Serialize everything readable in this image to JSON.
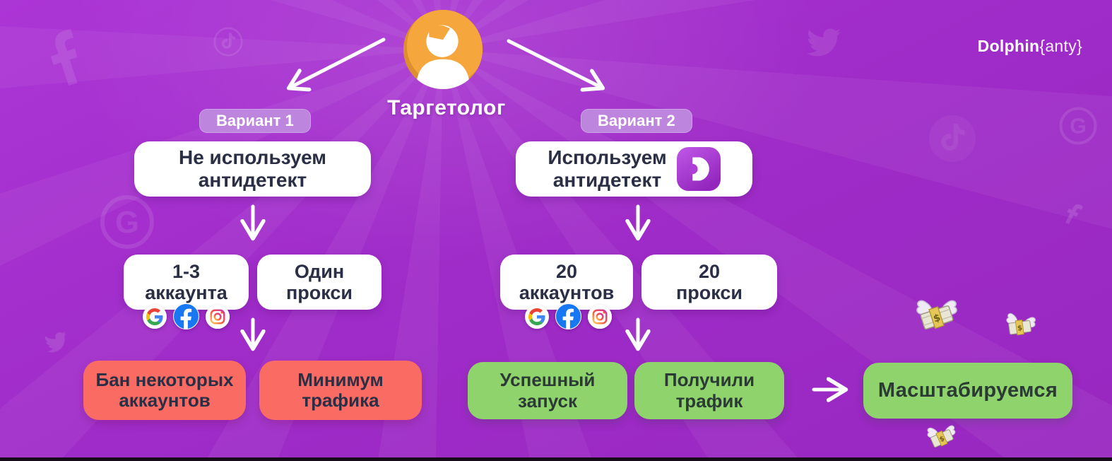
{
  "brand": {
    "bold": "Dolphin",
    "light": "{anty}"
  },
  "header": {
    "persona": "Таргетолог"
  },
  "logo": {
    "letter": "D"
  },
  "variant1": {
    "badge": "Вариант 1",
    "approach": {
      "line1": "Не используем",
      "line2": "антидетект"
    },
    "accounts": {
      "line1": "1-3",
      "line2": "аккаунта"
    },
    "proxy": {
      "line1": "Один",
      "line2": "прокси"
    },
    "result1": {
      "line1": "Бан некоторых",
      "line2": "аккаунтов"
    },
    "result2": {
      "line1": "Минимум",
      "line2": "трафика"
    }
  },
  "variant2": {
    "badge": "Вариант 2",
    "approach": {
      "line1": "Используем",
      "line2": "антидетект"
    },
    "accounts": {
      "line1": "20",
      "line2": "аккаунтов"
    },
    "proxy": {
      "line1": "20",
      "line2": "прокси"
    },
    "result1": {
      "line1": "Успешный",
      "line2": "запуск"
    },
    "result2": {
      "line1": "Получили",
      "line2": "трафик"
    },
    "final": "Масштабируемся"
  },
  "icons": {
    "avatar": "person-avatar",
    "platforms": [
      "google-icon",
      "facebook-icon",
      "instagram-icon"
    ],
    "antidetect_logo": "dolphin-anty-d-icon",
    "decorations": [
      "money-with-wings-icon"
    ],
    "watermarks": [
      "facebook-icon",
      "tiktok-icon",
      "twitter-icon",
      "google-icon"
    ]
  },
  "colors": {
    "background_purple": "#A02CC9",
    "badge_purple": "#BD85DE",
    "card_white": "#FFFFFF",
    "negative_red": "#FA6B63",
    "positive_green": "#8FD36C",
    "text_dark": "#2A2F45",
    "avatar_orange": "#F5A73E",
    "facebook_blue": "#1877F2",
    "dolphin_purple": "#A637D0"
  }
}
